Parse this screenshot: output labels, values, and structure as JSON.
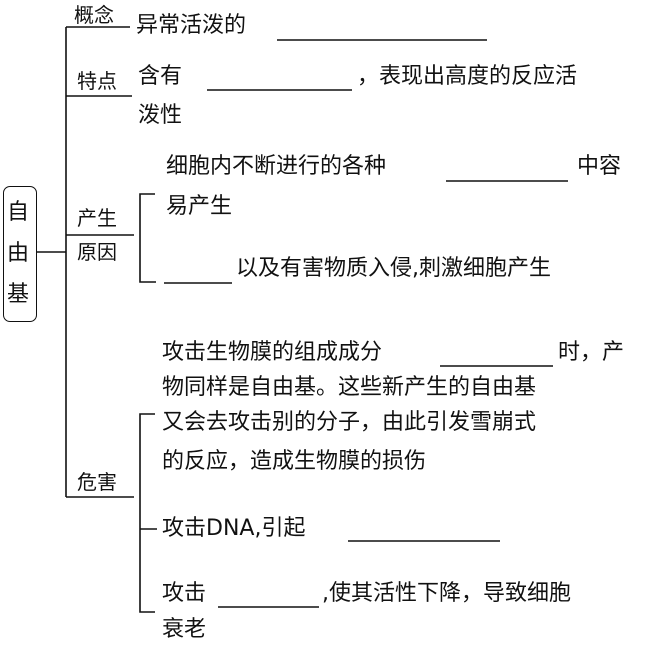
{
  "root": {
    "chars": [
      "自",
      "由",
      "基"
    ]
  },
  "branches": {
    "concept": {
      "label": "概念",
      "text": "异常活泼的"
    },
    "feature": {
      "label": "特点",
      "line1_pre": "含有",
      "line1_post": "，表现出高度的反应活",
      "line2": "泼性"
    },
    "cause": {
      "label_line1": "产生",
      "label_line2": "原因",
      "item1_line1_pre": "细胞内不断进行的各种",
      "item1_line1_post": "中容",
      "item1_line2": "易产生",
      "item2_post": "以及有害物质入侵,刺激细胞产生"
    },
    "harm": {
      "label": "危害",
      "item1_line1_pre": "攻击生物膜的组成成分",
      "item1_line1_post": "时，产",
      "item1_line2": "物同样是自由基。这些新产生的自由基",
      "item1_line3": "又会去攻击别的分子，由此引发雪崩式",
      "item1_line4": "的反应，造成生物膜的损伤",
      "item2_pre": "攻击DNA,引起",
      "item3_pre": "攻击",
      "item3_post": ",使其活性下降，导致细胞",
      "item3_line2": "衰老"
    }
  }
}
